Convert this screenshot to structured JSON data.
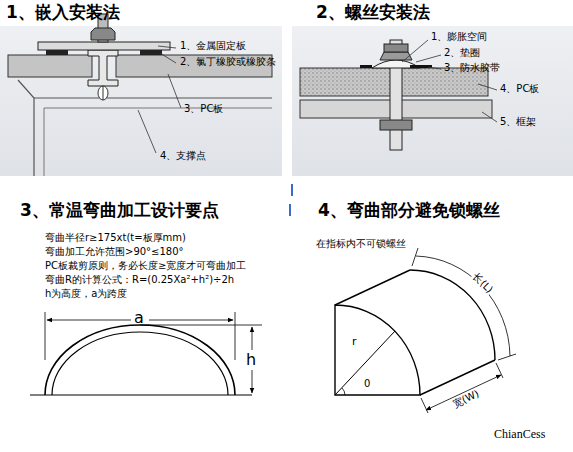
{
  "diagram": {
    "labels": [
      "1、嵌入安装法",
      "1、金属固定板",
      "2、氯丁橡胶或橡胶条",
      "3、PC板",
      "4、支撑点",
      "2、螺丝安装法",
      "1、膨胀空间",
      "2、垫圈",
      "3、防水胶带",
      "4、PC板",
      "5、框架",
      "3、常温弯曲加工设计要点",
      "弯曲半径r≥175xt(t=板厚mm)",
      "弯曲加工允许范围>90°≤180°",
      "PC板裁剪原则，务必长度≥宽度才可弯曲加工",
      "弯曲R的计算公式：R=(0.25Xa²+h²)÷2h",
      "h为高度，a为跨度",
      "a",
      "h",
      "4、弯曲部分避免锁螺丝",
      "在指标内不可锁螺丝",
      "长(L)",
      "r",
      "0",
      "宽(W)",
      "ChianCess"
    ]
  }
}
